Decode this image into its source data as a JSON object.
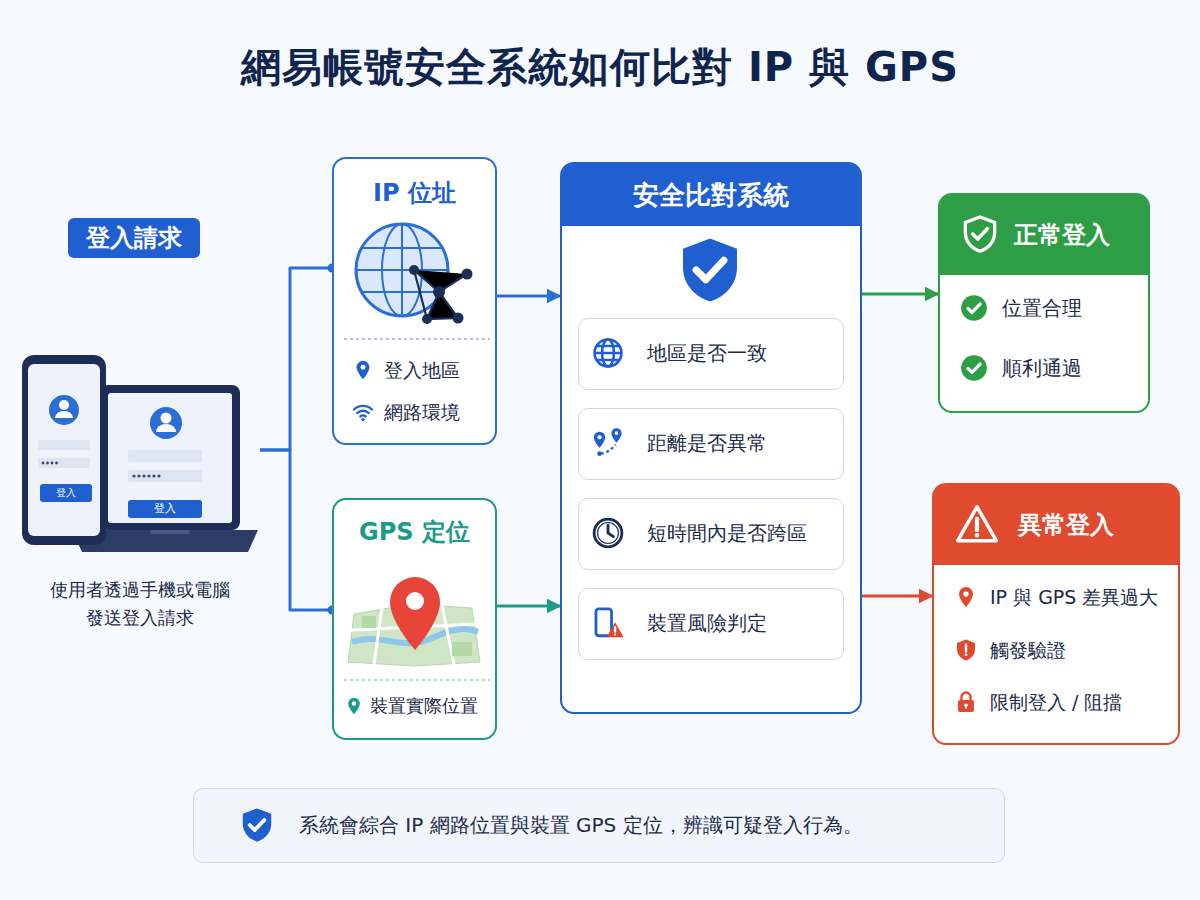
{
  "diagram": {
    "title": "網易帳號安全系統如何比對 IP 與 GPS",
    "caption": "系統會綜合 IP 網路位置與裝置 GPS 定位，辨識可疑登入行為。",
    "nodes": [
      {
        "text": [
          "登入請求",
          "使用者透過手機或電腦 發送登入請求"
        ]
      },
      {
        "text": [
          "IP 位址",
          "登入地區",
          "網路環境"
        ]
      },
      {
        "text": [
          "GPS 定位",
          "裝置實際位置"
        ]
      },
      {
        "text": [
          "安全比對系統"
        ]
      },
      {
        "text": [
          "地區是否一致"
        ],
        "in": 3
      },
      {
        "text": [
          "距離是否異常"
        ],
        "in": 3
      },
      {
        "text": [
          "短時間內是否跨區"
        ],
        "in": 3
      },
      {
        "text": [
          "裝置風險判定"
        ],
        "in": 3
      },
      {
        "text": [
          "正常登入",
          "位置合理",
          "順利通過"
        ]
      },
      {
        "text": [
          "異常登入",
          "IP 與 GPS 差異過大",
          "觸發驗證",
          "限制登入 / 阻擋"
        ]
      }
    ],
    "edges": [
      {
        "from": 0,
        "to": 1,
        "arrow": "none"
      },
      {
        "from": 0,
        "to": 2,
        "arrow": "none"
      },
      {
        "from": 1,
        "to": 3,
        "arrow": "to"
      },
      {
        "from": 2,
        "to": 3,
        "arrow": "to"
      },
      {
        "from": 3,
        "to": 8,
        "arrow": "to"
      },
      {
        "from": 3,
        "to": 9,
        "arrow": "to"
      }
    ],
    "labels": [
      "登入",
      "登入"
    ]
  }
}
